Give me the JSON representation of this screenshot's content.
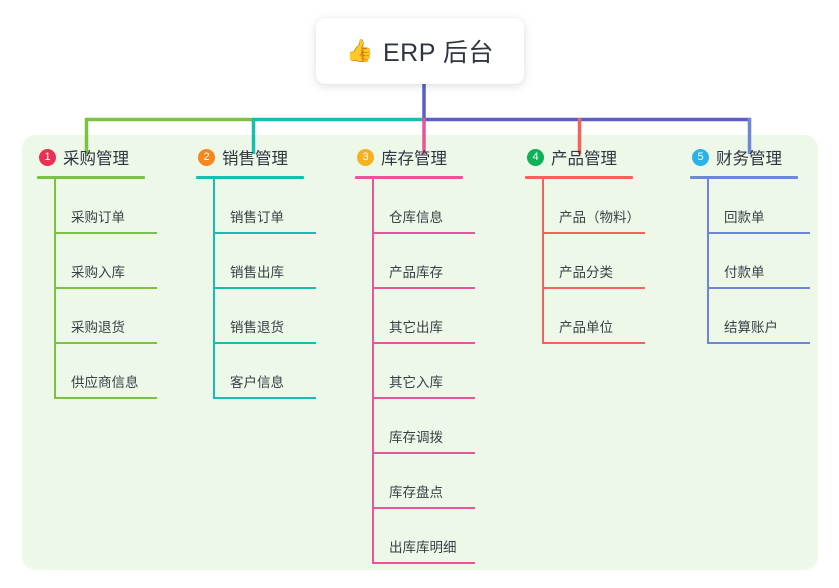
{
  "root": {
    "icon": "thumbs-up-icon",
    "icon_glyph": "👍",
    "title": "ERP 后台"
  },
  "board": {
    "background_color": "#eef8e9"
  },
  "columns": [
    {
      "number": "1",
      "title": "采购管理",
      "badge_color": "#eb2f55",
      "line_color": "#7cc242",
      "items": [
        {
          "label": "采购订单"
        },
        {
          "label": "采购入库"
        },
        {
          "label": "采购退货"
        },
        {
          "label": "供应商信息"
        }
      ]
    },
    {
      "number": "2",
      "title": "销售管理",
      "badge_color": "#f5871f",
      "line_color": "#19bdb0",
      "items": [
        {
          "label": "销售订单"
        },
        {
          "label": "销售出库"
        },
        {
          "label": "销售退货"
        },
        {
          "label": "客户信息"
        }
      ]
    },
    {
      "number": "3",
      "title": "库存管理",
      "badge_color": "#f5b21f",
      "line_color": "#e8559b",
      "items": [
        {
          "label": "仓库信息"
        },
        {
          "label": "产品库存"
        },
        {
          "label": "其它出库"
        },
        {
          "label": "其它入库"
        },
        {
          "label": "库存调拨"
        },
        {
          "label": "库存盘点"
        },
        {
          "label": "出库库明细"
        }
      ]
    },
    {
      "number": "4",
      "title": "产品管理",
      "badge_color": "#0cb254",
      "line_color": "#f4625c",
      "items": [
        {
          "label": "产品（物料）"
        },
        {
          "label": "产品分类"
        },
        {
          "label": "产品单位"
        }
      ]
    },
    {
      "number": "5",
      "title": "财务管理",
      "badge_color": "#2bb3e8",
      "line_color": "#6c86d8",
      "items": [
        {
          "label": "回款单"
        },
        {
          "label": "付款单"
        },
        {
          "label": "结算账户"
        }
      ]
    }
  ],
  "connectors": {
    "trunk_color": "#5a5fc7",
    "bus_segment_colors": [
      "#7cc242",
      "#19bdb0",
      "#5a5fc7",
      "#5a5fc7"
    ],
    "drop_colors": [
      "#7cc242",
      "#19bdb0",
      "#e8559b",
      "#f4625c",
      "#6c86d8"
    ]
  }
}
